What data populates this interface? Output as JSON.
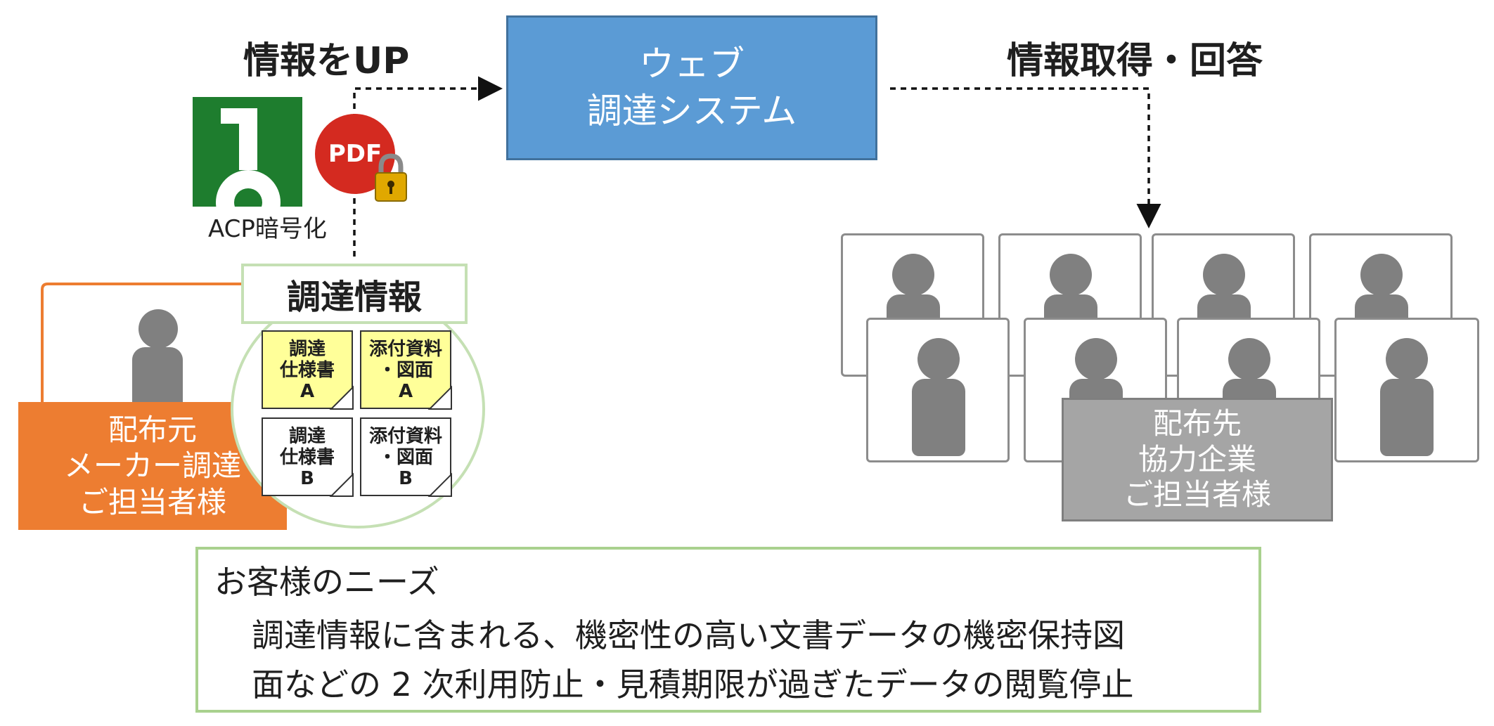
{
  "headings": {
    "info_up": "情報をUP",
    "info_get": "情報取得・回答"
  },
  "web_system": {
    "line1": "ウェブ",
    "line2": "調達システム"
  },
  "acp": {
    "caption": "ACP暗号化",
    "pdf_label": "PDF",
    "icons": [
      "acp-keyhole-logo",
      "pdf-icon",
      "padlock-icon"
    ]
  },
  "procurement_info": {
    "label": "調達情報",
    "docs": [
      {
        "line1": "調達",
        "line2": "仕様書",
        "line3": "A"
      },
      {
        "line1": "添付資料",
        "line2": "・図面",
        "line3": "A"
      },
      {
        "line1": "調達",
        "line2": "仕様書",
        "line3": "B"
      },
      {
        "line1": "添付資料",
        "line2": "・図面",
        "line3": "B"
      }
    ]
  },
  "distributor": {
    "line1": "配布元",
    "line2": "メーカー調達",
    "line3": "ご担当者様"
  },
  "partner": {
    "line1": "配布先",
    "line2": "協力企業",
    "line3": "ご担当者様"
  },
  "needs": {
    "title": "お客様のニーズ",
    "line1": "調達情報に含まれる、機密性の高い文書データの機密保持図",
    "line2": "面などの 2 次利用防止・見積期限が過ぎたデータの閲覧停止"
  },
  "colors": {
    "web_box": "#5b9bd5",
    "distributor": "#ed7d31",
    "partner": "#a5a5a5",
    "acp_green": "#1e7d2e",
    "pdf_red": "#d42a20",
    "doc_yellow": "#ffff99",
    "frame_green": "#a9d18e"
  }
}
